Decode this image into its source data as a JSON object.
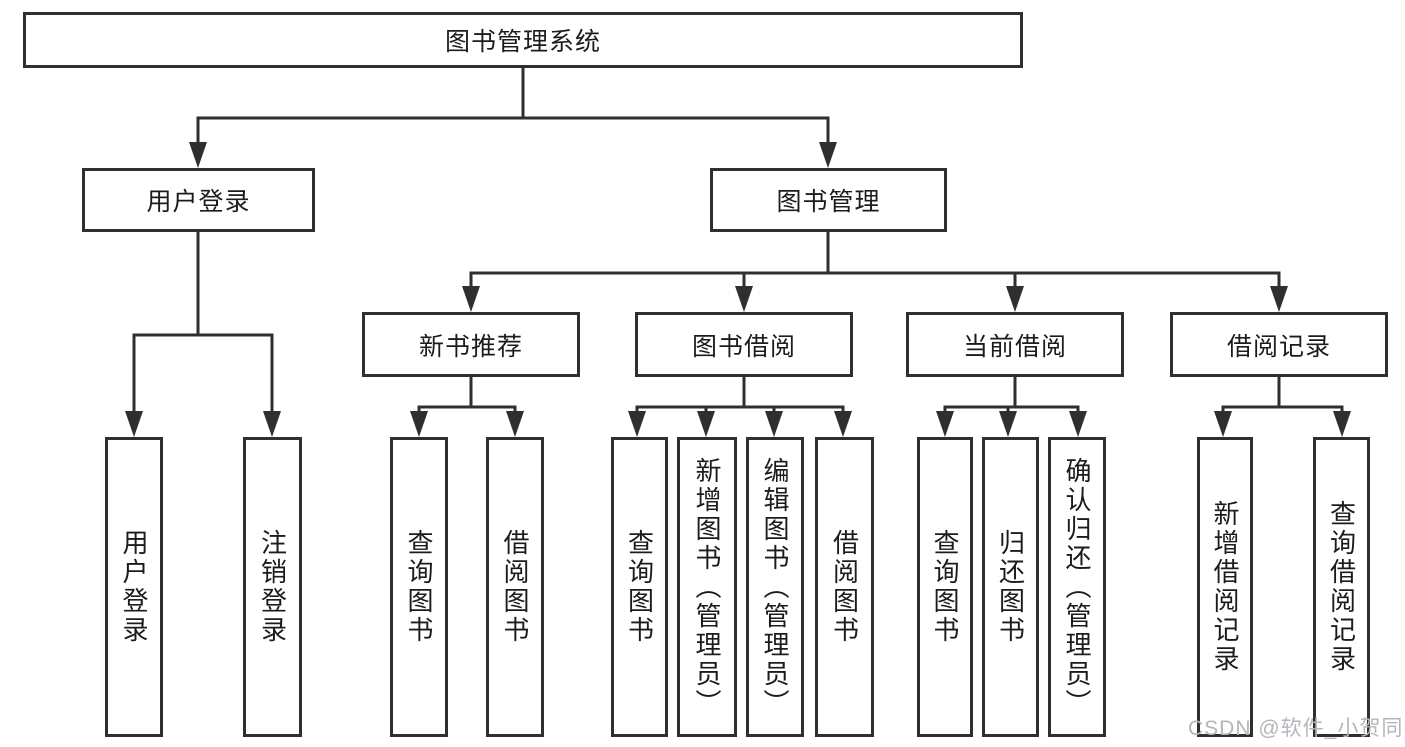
{
  "tree": {
    "label": "图书管理系统",
    "children": [
      {
        "label": "用户登录",
        "children": [
          {
            "label": "用户登录"
          },
          {
            "label": "注销登录"
          }
        ]
      },
      {
        "label": "图书管理",
        "children": [
          {
            "label": "新书推荐",
            "children": [
              {
                "label": "查询图书"
              },
              {
                "label": "借阅图书"
              }
            ]
          },
          {
            "label": "图书借阅",
            "children": [
              {
                "label": "查询图书"
              },
              {
                "label": "新增图书（管理员）"
              },
              {
                "label": "编辑图书（管理员）"
              },
              {
                "label": "借阅图书"
              }
            ]
          },
          {
            "label": "当前借阅",
            "children": [
              {
                "label": "查询图书"
              },
              {
                "label": "归还图书"
              },
              {
                "label": "确认归还（管理员）"
              }
            ]
          },
          {
            "label": "借阅记录",
            "children": [
              {
                "label": "新增借阅记录"
              },
              {
                "label": "查询借阅记录"
              }
            ]
          }
        ]
      }
    ]
  },
  "watermark": {
    "text": "CSDN @软件_小贺同学"
  },
  "colors": {
    "line": "#2f2f2f",
    "text": "#1c1c1c",
    "watermark": "#b3b6ba",
    "background": "#ffffff"
  }
}
